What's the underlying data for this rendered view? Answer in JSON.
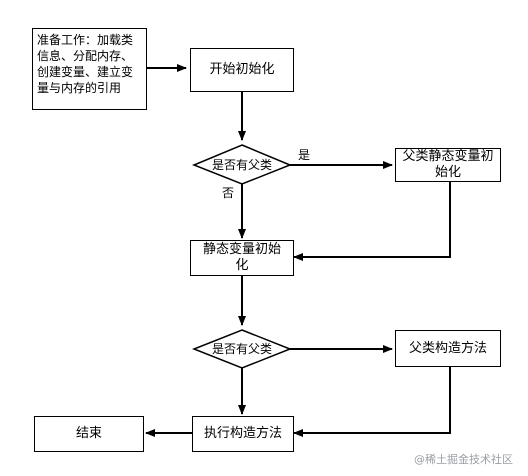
{
  "nodes": {
    "prep": "准备工作：加载类信息、分配内存、创建变量、建立变量与内存的引用",
    "start_init": "开始初始化",
    "has_parent_1": "是否有父类",
    "parent_static_init": "父类静态变量初始化",
    "static_init": "静态变量初始化",
    "has_parent_2": "是否有父类",
    "parent_constructor": "父类构造方法",
    "exec_constructor": "执行构造方法",
    "end": "结束"
  },
  "edge_labels": {
    "yes": "是",
    "no": "否"
  },
  "watermark": "@稀土掘金技术社区"
}
